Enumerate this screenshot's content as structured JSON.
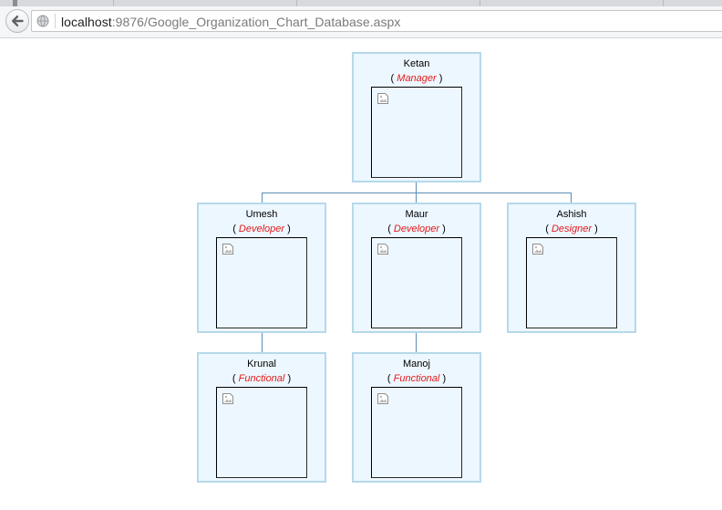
{
  "browser": {
    "url_host": "localhost",
    "url_path": ":9876/Google_Organization_Chart_Database.aspx"
  },
  "org_chart": {
    "nodes": [
      {
        "name": "Ketan",
        "role": "Manager"
      },
      {
        "name": "Umesh",
        "role": "Developer"
      },
      {
        "name": "Maur",
        "role": "Developer"
      },
      {
        "name": "Ashish",
        "role": "Designer"
      },
      {
        "name": "Krunal",
        "role": "Functional"
      },
      {
        "name": "Manoj",
        "role": "Functional"
      }
    ],
    "paren_open": "(",
    "paren_close": ")"
  },
  "colors": {
    "node_fill": "#edf7ff",
    "node_border": "#b5d9ea",
    "connector": "#5b8fb5",
    "role_text": "#e31b1b"
  },
  "icons": {
    "back": "arrow-left-icon",
    "site": "globe-icon",
    "photo": "broken-image-icon"
  }
}
